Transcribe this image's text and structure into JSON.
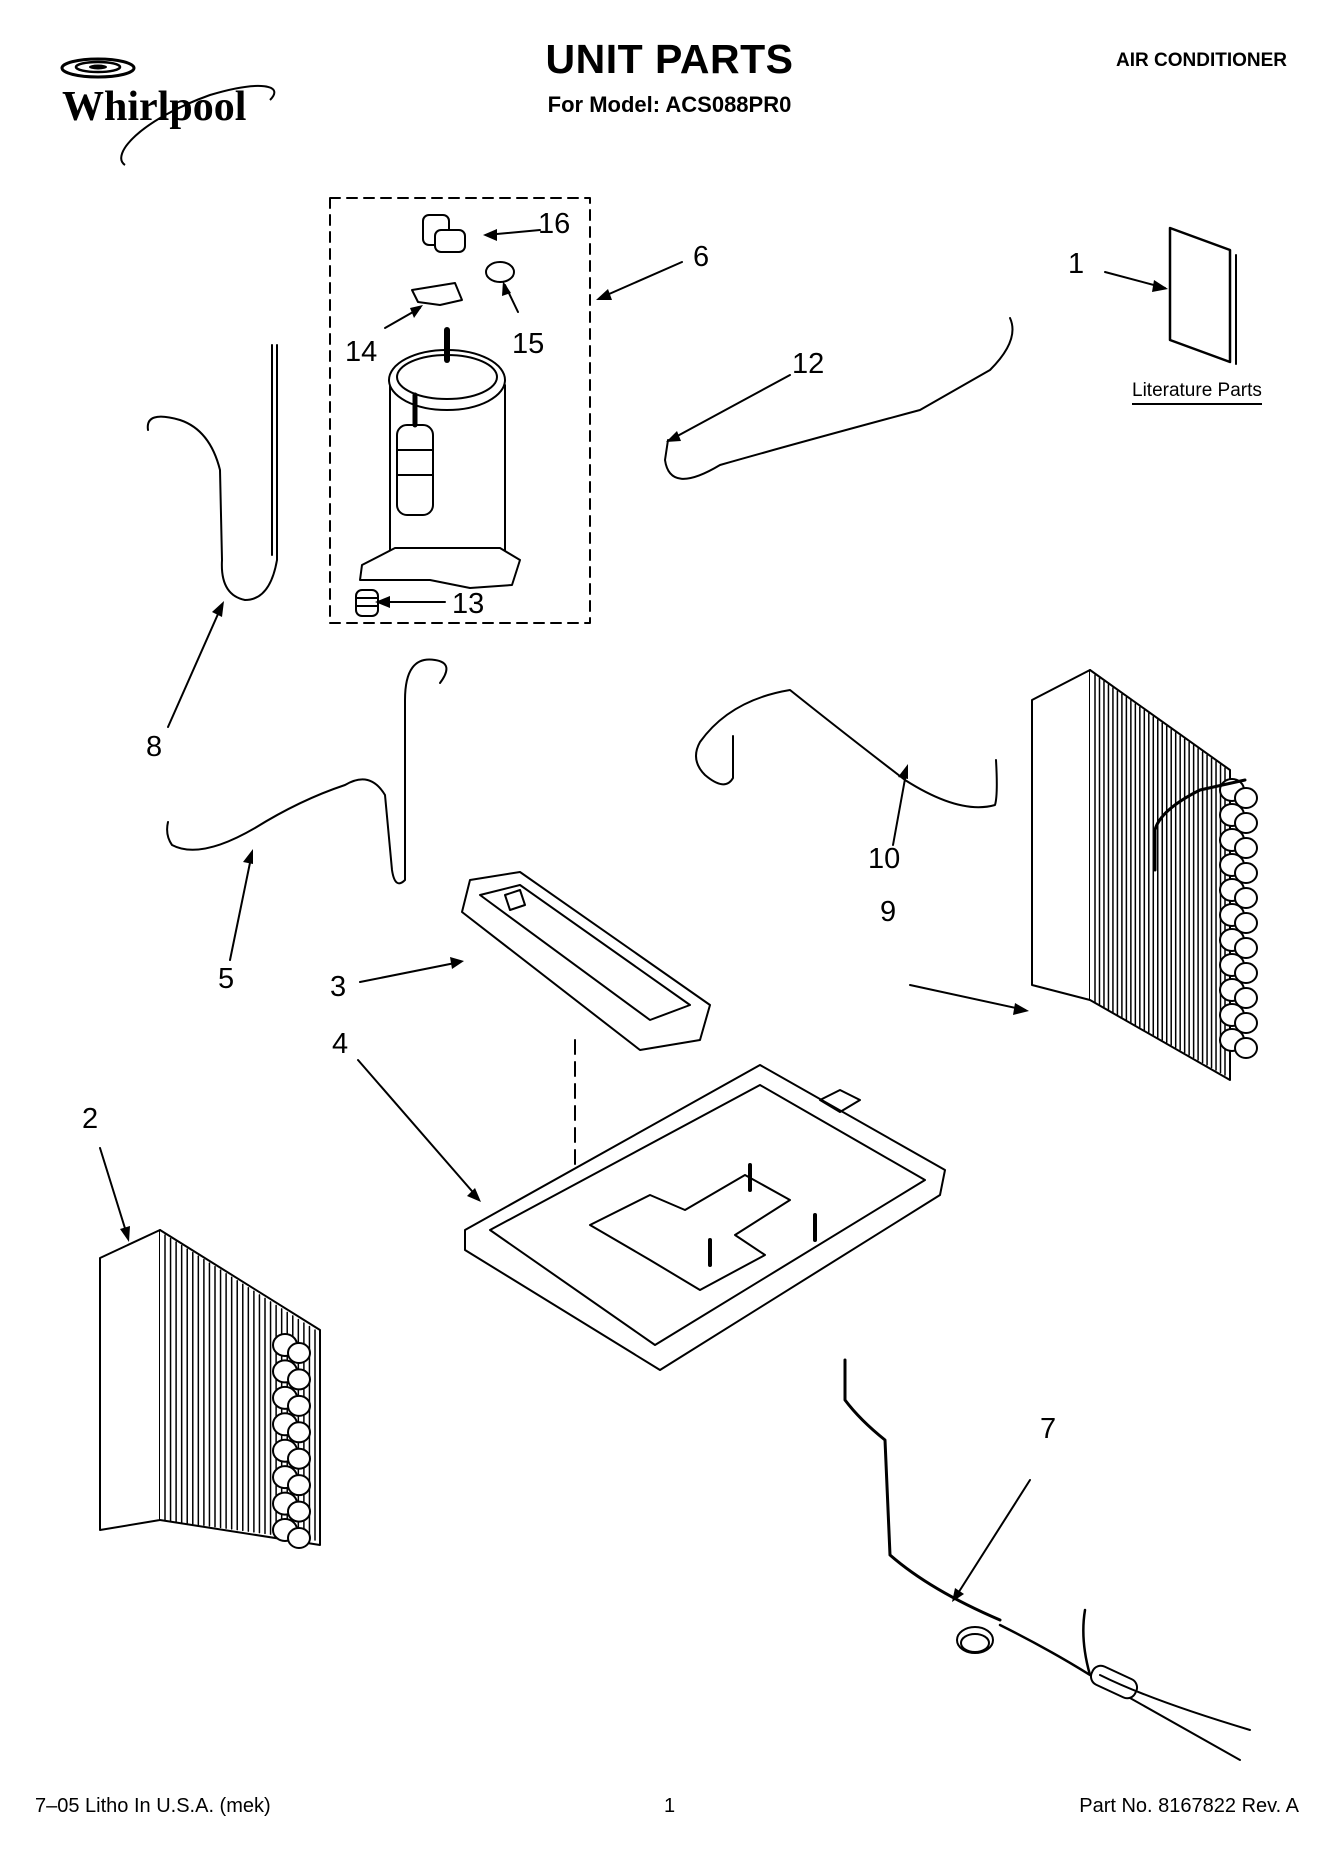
{
  "header": {
    "brand": "Whirlpool",
    "title": "UNIT PARTS",
    "subtitle": "For Model: ACS088PR0",
    "category": "AIR CONDITIONER"
  },
  "callouts": {
    "c1": "1",
    "c2": "2",
    "c3": "3",
    "c4": "4",
    "c5": "5",
    "c6": "6",
    "c7": "7",
    "c8": "8",
    "c9": "9",
    "c10": "10",
    "c12": "12",
    "c13": "13",
    "c14": "14",
    "c15": "15",
    "c16": "16"
  },
  "literature_label": "Literature Parts",
  "footer": {
    "left": "7–05 Litho In U.S.A. (mek)",
    "center": "1",
    "right": "Part No. 8167822 Rev. A"
  }
}
